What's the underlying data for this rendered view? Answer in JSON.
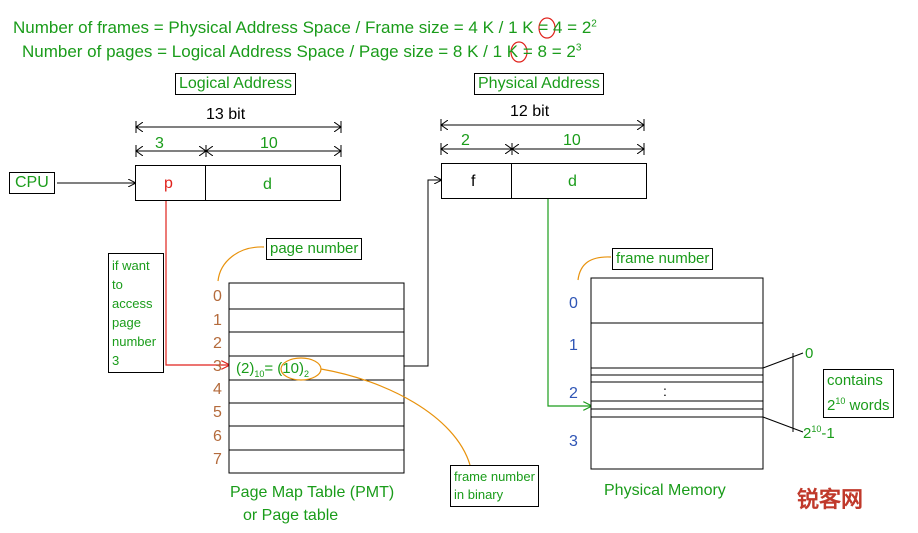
{
  "formulas": {
    "frames": {
      "text": "Number of frames = Physical Address Space / Frame size =  4 K / 1 K = ",
      "circled": "4",
      "tail": " = 2",
      "exp": "2"
    },
    "pages": {
      "text": "Number of pages = Logical Address Space / Page size =  8 K / 1 K = ",
      "circled": "8",
      "tail": " = 2",
      "exp": "3"
    }
  },
  "logical": {
    "title": "Logical Address",
    "total_bits": "13 bit",
    "p_bits": "3",
    "d_bits": "10",
    "p_label": "p",
    "d_label": "d"
  },
  "physical": {
    "title": "Physical Address",
    "total_bits": "12 bit",
    "f_bits": "2",
    "d_bits": "10",
    "f_label": "f",
    "d_label": "d"
  },
  "cpu": {
    "label": "CPU"
  },
  "want_note": [
    "if want",
    "to",
    "access",
    "page",
    "number",
    "3"
  ],
  "pmt": {
    "page_number_label": "page number",
    "indices": [
      "0",
      "1",
      "2",
      "3",
      "4",
      "5",
      "6",
      "7"
    ],
    "entry_left": "(2)",
    "entry_left_sub": "10",
    "entry_eq": "= ",
    "entry_right": "(10)",
    "entry_right_sub": "2",
    "caption_line1": "Page Map Table (PMT)",
    "caption_line2": "or  Page table"
  },
  "frame_binary_note": [
    "frame number",
    "in binary"
  ],
  "memory": {
    "frame_number_label": "frame number",
    "indices": [
      "0",
      "1",
      "2",
      "3"
    ],
    "dots": ":",
    "caption": "Physical Memory",
    "range_start": "0",
    "range_end_base": "2",
    "range_end_exp": "10",
    "range_end_tail": "-1",
    "contains_line1": "contains",
    "contains_base": "2",
    "contains_exp": "10",
    "contains_tail": " words"
  },
  "watermark": "锐客网",
  "colors": {
    "text_green": "#1a9c1a",
    "arrow_red": "#e0221c",
    "index_brown": "#b46b3c",
    "index_blue": "#2f55b5",
    "orange": "#e8920c",
    "watermark": "#c0392b"
  }
}
